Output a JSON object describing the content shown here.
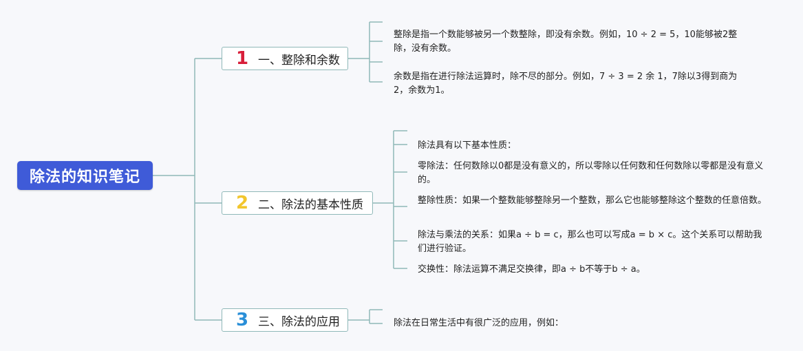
{
  "root": {
    "label": "除法的知识笔记"
  },
  "branches": [
    {
      "number": "1",
      "number_color": "#d81e3a",
      "label": "一、整除和余数",
      "items": [
        "整除是指一个数能够被另一个数整除，即没有余数。例如，10 ÷ 2 = 5，10能够被2整除，没有余数。",
        "余数是指在进行除法运算时，除不尽的部分。例如，7 ÷ 3 = 2 余 1，7除以3得到商为2，余数为1。"
      ]
    },
    {
      "number": "2",
      "number_color": "#f2c62e",
      "label": "二、除法的基本性质",
      "items": [
        "除法具有以下基本性质：",
        "零除法：任何数除以0都是没有意义的，所以零除以任何数和任何数除以零都是没有意义的。",
        "整除性质：如果一个整数能够整除另一个整数，那么它也能够整除这个整数的任意倍数。",
        "除法与乘法的关系：如果a ÷ b = c，那么也可以写成a = b × c。这个关系可以帮助我们进行验证。",
        "交换性：除法运算不满足交换律，即a ÷ b不等于b ÷ a。"
      ]
    },
    {
      "number": "3",
      "number_color": "#2a8fd8",
      "label": "三、除法的应用",
      "items": [
        "除法在日常生活中有很广泛的应用，例如："
      ]
    }
  ],
  "colors": {
    "root_bg": "#3f5bd8",
    "line": "#8fb8b8",
    "background": "#f7f8fb"
  }
}
